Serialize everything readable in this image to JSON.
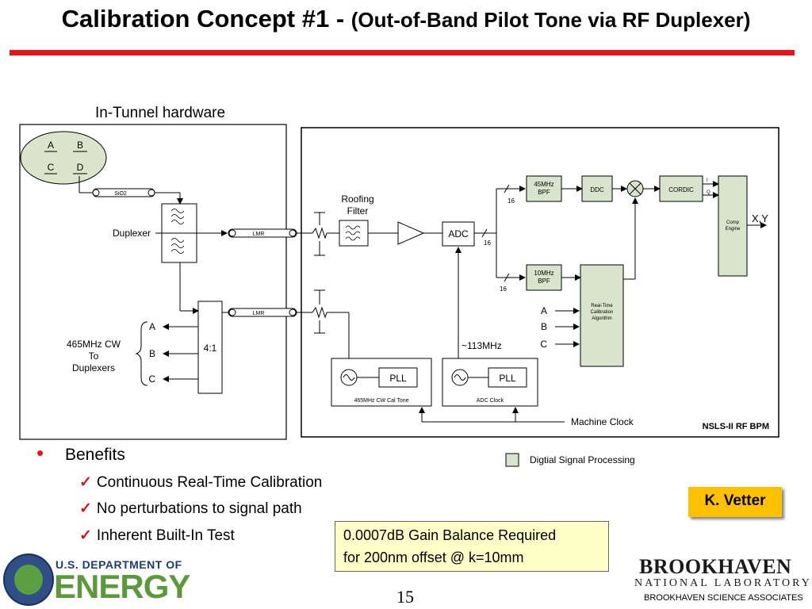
{
  "header": {
    "title_main": "Calibration Concept #1 - ",
    "title_sub": "(Out-of-Band Pilot Tone via RF Duplexer)"
  },
  "diagram": {
    "in_tunnel_label": "In-Tunnel hardware",
    "electrodes": [
      "A",
      "B",
      "C",
      "D"
    ],
    "sio2_label": "SiO2",
    "duplexer_label": "Duplexer",
    "lmr_label": "LMR",
    "roofing_filter_label": [
      "Roofing",
      "Filter"
    ],
    "adc_label": "ADC",
    "bus_width": "16",
    "bpf45_label": [
      "45MHz",
      "BPF"
    ],
    "bpf10_label": [
      "10MHz",
      "BPF"
    ],
    "ddc_label": "DDC",
    "cordic_label": "CORDIC",
    "iq_labels": [
      "I",
      "Q"
    ],
    "comp_engine_label": [
      "Comp",
      "Engine"
    ],
    "xy_label": "X,Y",
    "rtca_label": [
      "Real-Time",
      "Calibration",
      "Algorithm"
    ],
    "rtca_inputs": [
      "A",
      "B",
      "C"
    ],
    "adc_clock_freq": "~113MHz",
    "pll_label": "PLL",
    "cal_tone_label": "465MHz CW Cal Tone",
    "adc_clock_label": "ADC Clock",
    "machine_clock_label": "Machine Clock",
    "bpm_label": "NSLS-II RF BPM",
    "cw_label": [
      "465MHz CW",
      "To",
      "Duplexers"
    ],
    "splitter_label": "4:1",
    "splitter_outputs": [
      "A",
      "B",
      "C"
    ],
    "legend_label": "Digtial Signal Processing",
    "colors": {
      "dsp_fill": "#d9e4cc",
      "electrode_fill": "#dce5cc",
      "accent_red": "#e8141c"
    }
  },
  "benefits": {
    "heading": "Benefits",
    "items": [
      "Continuous Real-Time Calibration",
      "No perturbations to signal path",
      "Inherent Built-In Test"
    ]
  },
  "author": "K. Vetter",
  "gain_note": [
    "0.0007dB Gain Balance Required",
    "for 200nm offset @ k=10mm"
  ],
  "page_number": "15",
  "footer": {
    "doe_dept": "U.S. DEPARTMENT OF",
    "doe_energy": "ENERGY",
    "bnl_name": "BROOKHAVEN",
    "bnl_lab": "NATIONAL LABORATORY",
    "bnl_assoc": "BROOKHAVEN SCIENCE ASSOCIATES"
  }
}
